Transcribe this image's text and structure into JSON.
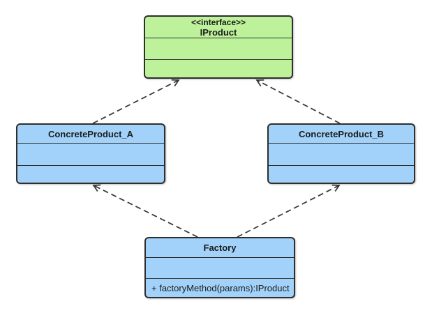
{
  "diagram_type": "uml-class-diagram",
  "classes": {
    "iproduct": {
      "stereotype": "<<interface>>",
      "name": "IProduct",
      "attributes": [],
      "operations": []
    },
    "product_a": {
      "name": "ConcreteProduct_A",
      "attributes": [],
      "operations": []
    },
    "product_b": {
      "name": "ConcreteProduct_B",
      "attributes": [],
      "operations": []
    },
    "factory": {
      "name": "Factory",
      "attributes": [],
      "operations": [
        "+ factoryMethod(params):IProduct"
      ],
      "operation_0": "+ factoryMethod(params):IProduct"
    }
  },
  "relationships": [
    {
      "from": "ConcreteProduct_A",
      "to": "IProduct",
      "style": "dashed-open-arrow"
    },
    {
      "from": "ConcreteProduct_B",
      "to": "IProduct",
      "style": "dashed-open-arrow"
    },
    {
      "from": "Factory",
      "to": "ConcreteProduct_A",
      "style": "dashed-open-arrow"
    },
    {
      "from": "Factory",
      "to": "ConcreteProduct_B",
      "style": "dashed-open-arrow"
    }
  ],
  "colors": {
    "interface_fill": "#bdf29a",
    "class_fill": "#a2d2f9",
    "border": "#2e2e2e",
    "connector": "#3a3a3a",
    "text": "#1b1b1b",
    "background": "#ffffff"
  }
}
